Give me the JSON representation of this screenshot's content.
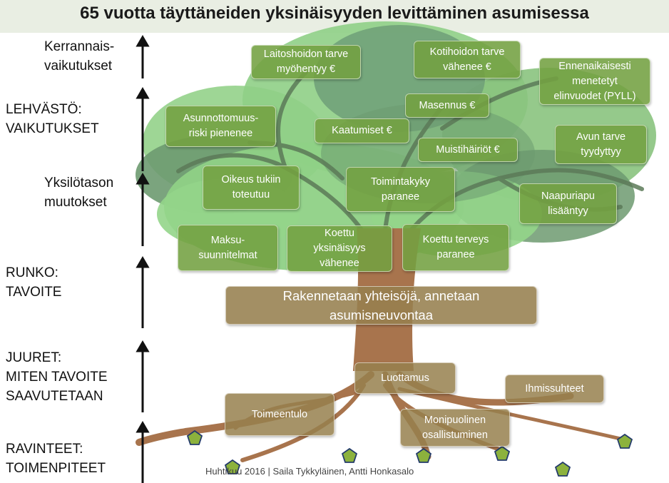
{
  "title": "65 vuotta täyttäneiden yksinäisyyden levittäminen asumisessa",
  "levels": [
    {
      "label": "Kerrannais-\nvaikutukset"
    },
    {
      "label": "LEHVÄSTÖ:\nVAIKUTUKSET"
    },
    {
      "label": "Yksilötason\nmuutokset"
    },
    {
      "label": "RUNKO:\nTAVOITE"
    },
    {
      "label": "JUURET:\nMITEN TAVOITE\nSAAVUTETAAN"
    },
    {
      "label": "RAVINTEET:\nTOIMENPITEET"
    }
  ],
  "boxes": {
    "laitoshoidon": "Laitoshoidon tarve\nmyöhentyy  €",
    "kotihoidon": "Kotihoidon tarve\nvähenee €",
    "ennenaikaisesti": "Ennenaikaisesti\nmenetetyt\nelinvuodet (PYLL)",
    "masennus": "Masennus €",
    "asunnottomuus": "Asunnottomuus-\nriski pienenee",
    "kaatumiset": "Kaatumiset €",
    "avun_tarve": "Avun tarve\ntyydyttyy",
    "muistihairiot": "Muistihäiriöt €",
    "oikeus_tukiin": "Oikeus tukiin\ntoteutuu",
    "toimintakyky": "Toimintakyky\nparanee",
    "naapuriapu": "Naapuriapu\nlisääntyy",
    "maksu": "Maksu-\nsuunnitelmat",
    "koettu_yksinaisyys": "Koettu\nyksinäisyys\nvähenee",
    "koettu_terveys": "Koettu terveys\nparanee",
    "rakennetaan": "Rakennetaan yhteisöjä, annetaan\nasumisneuvontaa",
    "luottamus": "Luottamus",
    "ihmissuhteet": "Ihmissuhteet",
    "toimeentulo": "Toimeentulo",
    "monipuolinen": "Monipuolinen\nosallistuminen"
  },
  "footer": "Huhtikuu 2016 | Saila Tykkyläinen, Antti Honkasalo",
  "colors": {
    "green_box": "#73a041",
    "brown_box": "#96804e",
    "canopy_light": "#8fd186",
    "canopy_dark": "#5f8f64",
    "trunk": "#a8744d",
    "nutrient": "#8cb23d",
    "nutrient_stroke": "#243b6b"
  }
}
